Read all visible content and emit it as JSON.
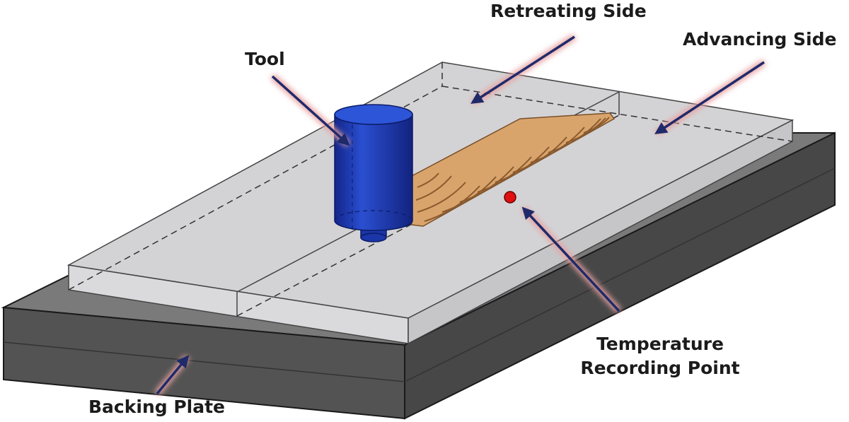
{
  "labels": {
    "retreating_side": "Retreating Side",
    "advancing_side": "Advancing Side",
    "tool": "Tool",
    "temperature_line1": "Temperature",
    "temperature_line2": "Recording Point",
    "backing_plate": "Backing Plate"
  },
  "colors": {
    "backing_plate_front": "#535353",
    "backing_plate_top": "#7f7f7f",
    "backing_plate_side": "#474747",
    "workpiece_top": "#d3d3d5",
    "workpiece_front": "#d8d8da",
    "workpiece_side": "#c4c4c6",
    "tool_body": "#1f3fb8",
    "tool_dark": "#13258a",
    "weld_bead": "#d9a46c",
    "weld_ripple": "#8a5a2e",
    "arrow": "#1f2a6a",
    "arrow_glow": "#e8a0a0",
    "temperature_point": "#e01010"
  },
  "icons": {
    "tool": "cylinder-tool-icon",
    "temperature_point": "red-dot-icon",
    "arrows": "arrow-icon"
  }
}
